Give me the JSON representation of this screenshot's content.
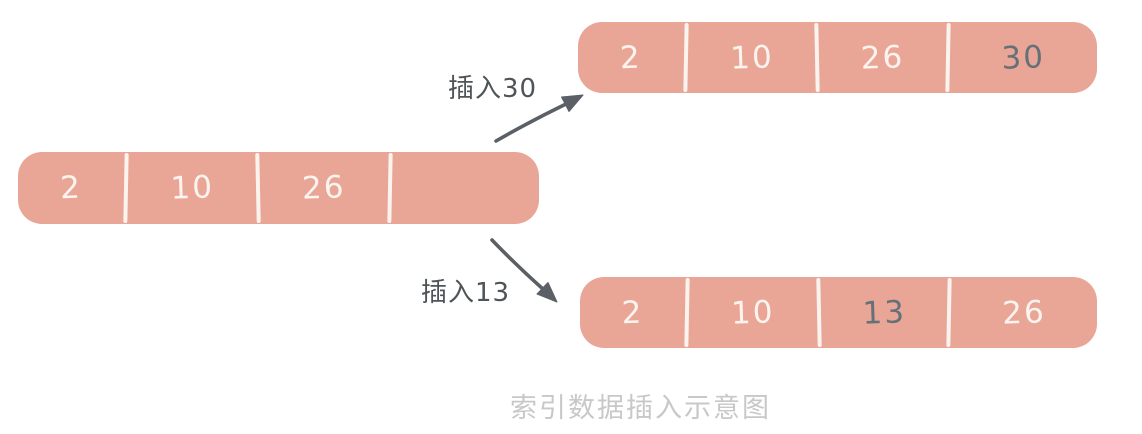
{
  "caption": "索引数据插入示意图",
  "operations": {
    "insert_30": {
      "label": "插入30"
    },
    "insert_13": {
      "label": "插入13"
    }
  },
  "arrays": {
    "source": {
      "cells": [
        {
          "value": "2"
        },
        {
          "value": "10"
        },
        {
          "value": "26"
        },
        {
          "value": ""
        }
      ]
    },
    "after_insert_30": {
      "cells": [
        {
          "value": "2"
        },
        {
          "value": "10"
        },
        {
          "value": "26"
        },
        {
          "value": "30",
          "inserted": true
        }
      ]
    },
    "after_insert_13": {
      "cells": [
        {
          "value": "2"
        },
        {
          "value": "10"
        },
        {
          "value": "13",
          "inserted": true
        },
        {
          "value": "26"
        }
      ]
    }
  },
  "colors": {
    "array_fill": "#e9a697",
    "value_text": "#fbf4ee",
    "inserted_text": "#667079",
    "divider": "#fbf4ee",
    "arrow": "#5a6065",
    "label_text": "#4e5457",
    "caption_text": "#c8c8c8",
    "background": "#ffffff"
  }
}
